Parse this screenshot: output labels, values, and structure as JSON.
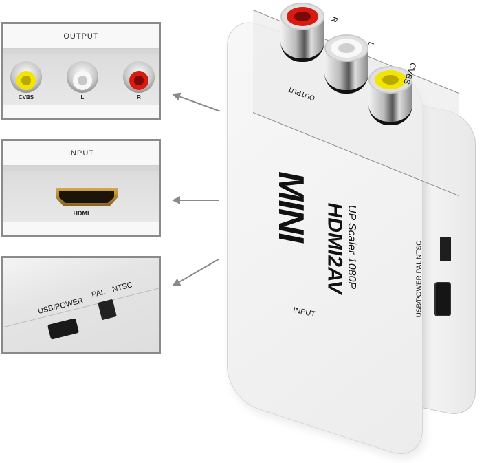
{
  "callouts": {
    "output": {
      "title": "OUTPUT",
      "jacks": [
        {
          "label": "CVBS",
          "color": "#f2e600",
          "hole": "#b8a800"
        },
        {
          "label": "L",
          "color": "#f8f8f8",
          "hole": "#c8c8c8"
        },
        {
          "label": "R",
          "color": "#d81a10",
          "hole": "#7a0a06"
        }
      ]
    },
    "input": {
      "title": "INPUT",
      "port_label": "HDMI"
    },
    "power": {
      "usb_label": "USB/POWER",
      "pal_label": "PAL",
      "ntsc_label": "NTSC"
    }
  },
  "device": {
    "logo": "MINI",
    "model": "HDMI2AV",
    "subtitle": "UP Scaler 1080P",
    "front_input_label": "INPUT",
    "top_output_label": "OUTPUT",
    "top_jacks": [
      {
        "label": "R",
        "color": "#d81a10",
        "hole": "#7a0a06"
      },
      {
        "label": "L",
        "color": "#f8f8f8",
        "hole": "#cfcfcf"
      },
      {
        "label": "CVBS",
        "color": "#f2e600",
        "hole": "#b8a800"
      }
    ],
    "side_label": "USB/POWER PAL NTSC"
  }
}
